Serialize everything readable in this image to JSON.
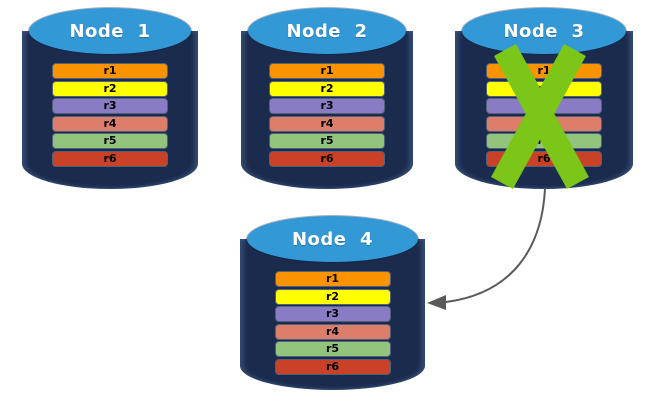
{
  "nodes": [
    {
      "label": "Node  1",
      "replicas": [
        {
          "label": "r1",
          "color": "#F99300"
        },
        {
          "label": "r2",
          "color": "#FFFF00"
        },
        {
          "label": "r3",
          "color": "#8A7CC4"
        },
        {
          "label": "r4",
          "color": "#DD7E6B"
        },
        {
          "label": "r5",
          "color": "#93C47D"
        },
        {
          "label": "r6",
          "color": "#C94227"
        }
      ]
    },
    {
      "label": "Node  2",
      "replicas": [
        {
          "label": "r1",
          "color": "#F99300"
        },
        {
          "label": "r2",
          "color": "#FFFF00"
        },
        {
          "label": "r3",
          "color": "#8A7CC4"
        },
        {
          "label": "r4",
          "color": "#DD7E6B"
        },
        {
          "label": "r5",
          "color": "#93C47D"
        },
        {
          "label": "r6",
          "color": "#C94227"
        }
      ]
    },
    {
      "label": "Node  3",
      "failed": true,
      "replicas": [
        {
          "label": "r1",
          "color": "#F99300"
        },
        {
          "label": "r2",
          "color": "#FFFF00"
        },
        {
          "label": "r3",
          "color": "#8A7CC4"
        },
        {
          "label": "r4",
          "color": "#DD7E6B"
        },
        {
          "label": "r5",
          "color": "#93C47D"
        },
        {
          "label": "r6",
          "color": "#C94227"
        }
      ]
    },
    {
      "label": "Node  4",
      "replicas": [
        {
          "label": "r1",
          "color": "#F99300"
        },
        {
          "label": "r2",
          "color": "#FFFF00"
        },
        {
          "label": "r3",
          "color": "#8A7CC4"
        },
        {
          "label": "r4",
          "color": "#DD7E6B"
        },
        {
          "label": "r5",
          "color": "#93C47D"
        },
        {
          "label": "r6",
          "color": "#C94227"
        }
      ]
    }
  ],
  "colors": {
    "cylinder_body": "#1A2B4D",
    "cylinder_top": "#3399D6",
    "failure_x": "#7BC618",
    "arrow": "#595959",
    "bar_text": "#000000",
    "node_label_text": "#FFFFFF"
  }
}
